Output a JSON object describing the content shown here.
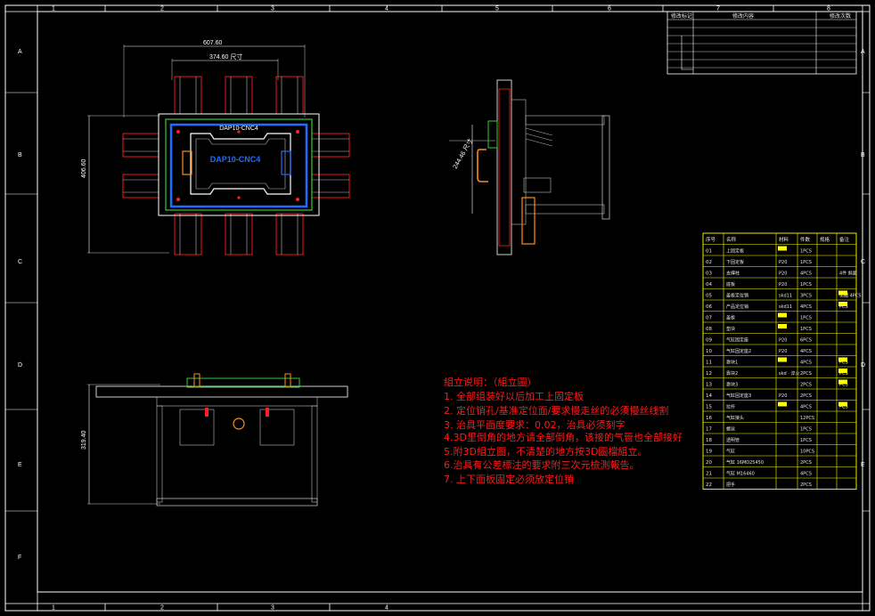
{
  "border": {
    "top_numbers": [
      "1",
      "2",
      "3",
      "4",
      "5",
      "6",
      "7",
      "8"
    ],
    "bottom_numbers": [
      "1",
      "2",
      "3",
      "4"
    ],
    "side_letters": [
      "A",
      "B",
      "C",
      "D",
      "E",
      "F"
    ]
  },
  "revision_block": {
    "headers": [
      "修改标记",
      "修改内容",
      "修改次数"
    ]
  },
  "top_view": {
    "dim_top_outer": "607.60",
    "dim_top_inner": "374.60 尺寸",
    "dim_left": "406.60",
    "label_small": "DAP10-CNC4",
    "label_big": "DAP10-CNC4"
  },
  "side_view": {
    "dim_vertical": "244.46 尺寸"
  },
  "front_view": {
    "dim_left": "319.40"
  },
  "notes": {
    "title": "組立说明：（組立圖）",
    "lines": [
      "1. 全部组装好以后加工上固定板",
      "2. 定位销孔/基准定位面/要求慢走丝的必须慢丝线割",
      "3. 治具平面度要求：0.02，治具必须刻字",
      "4.3D里倒角的地方请全部倒角，该接的气管也全部接好",
      "5.附3D組立圖，不清楚的地方按3D圖檔組立。",
      "6.治具有公差標注的要求附三次元檢測報告。",
      "7. 上下面板固定必须放定位销"
    ]
  },
  "bom": {
    "headers": [
      "序号",
      "名称",
      "材料",
      "件数",
      "规格",
      "备注"
    ],
    "rows": [
      {
        "no": "01",
        "name": "上固定板",
        "mat": "",
        "qty": "1PCS",
        "spec": "",
        "note": ""
      },
      {
        "no": "02",
        "name": "下固定板",
        "mat": "P20",
        "qty": "1PCS",
        "spec": "",
        "note": ""
      },
      {
        "no": "03",
        "name": "支撑柱",
        "mat": "P20",
        "qty": "4PCS",
        "spec": "",
        "note": "4件 斜面"
      },
      {
        "no": "04",
        "name": "底板",
        "mat": "P20",
        "qty": "1PCS",
        "spec": "",
        "note": ""
      },
      {
        "no": "05",
        "name": "盖板定位销",
        "mat": "skd11",
        "qty": "3PCS",
        "spec": "",
        "note": "见图 4PCS"
      },
      {
        "no": "06",
        "name": "产品定位销",
        "mat": "skd11",
        "qty": "4PCS",
        "spec": "",
        "note": "PCS"
      },
      {
        "no": "07",
        "name": "盖板",
        "mat": "",
        "qty": "1PCS",
        "spec": "",
        "note": ""
      },
      {
        "no": "08",
        "name": "垫块",
        "mat": "",
        "qty": "1PCS",
        "spec": "",
        "note": ""
      },
      {
        "no": "09",
        "name": "气缸固定座",
        "mat": "P20",
        "qty": "6PCS",
        "spec": "",
        "note": ""
      },
      {
        "no": "10",
        "name": "气缸固定座2",
        "mat": "P20",
        "qty": "4PCS",
        "spec": "",
        "note": ""
      },
      {
        "no": "11",
        "name": "靠块1",
        "mat": "",
        "qty": "4PCS",
        "spec": "",
        "note": "PCS"
      },
      {
        "no": "12",
        "name": "靠块2",
        "mat": "skd · 淬火",
        "qty": "2PCS",
        "spec": "",
        "note": "PCS"
      },
      {
        "no": "13",
        "name": "靠块3",
        "mat": "",
        "qty": "2PCS",
        "spec": "",
        "note": "PCS"
      },
      {
        "no": "14",
        "name": "气缸固定座3",
        "mat": "P20",
        "qty": "2PCS",
        "spec": "",
        "note": ""
      },
      {
        "no": "15",
        "name": "拉杆",
        "mat": "",
        "qty": "4PCS",
        "spec": "",
        "note": "PCS"
      },
      {
        "no": "16",
        "name": "气缸接头",
        "mat": "",
        "qty": "12PCS",
        "spec": "",
        "note": ""
      },
      {
        "no": "17",
        "name": "螺丝",
        "mat": "",
        "qty": "1PCS",
        "spec": "",
        "note": ""
      },
      {
        "no": "18",
        "name": "透明管",
        "mat": "",
        "qty": "1PCS",
        "spec": "",
        "note": ""
      },
      {
        "no": "19",
        "name": "气缸",
        "mat": "",
        "qty": "10PCS",
        "spec": "",
        "note": ""
      },
      {
        "no": "20",
        "name": "气缸 16MD25450",
        "mat": "",
        "qty": "2PCS",
        "spec": "",
        "note": ""
      },
      {
        "no": "21",
        "name": "气缸 M16460",
        "mat": "",
        "qty": "4PCS",
        "spec": "",
        "note": ""
      },
      {
        "no": "22",
        "name": "把手",
        "mat": "",
        "qty": "2PCS",
        "spec": "",
        "note": ""
      }
    ]
  },
  "colors": {
    "background": "#000000",
    "frame": "#ffffff",
    "part_red": "#ff2020",
    "part_blue": "#1e6dff",
    "part_green": "#33cc33",
    "table_yellow": "#ffff00",
    "notes_red": "#ff1a1a",
    "orange": "#ff8c1a",
    "cyan": "#00e5ff"
  }
}
